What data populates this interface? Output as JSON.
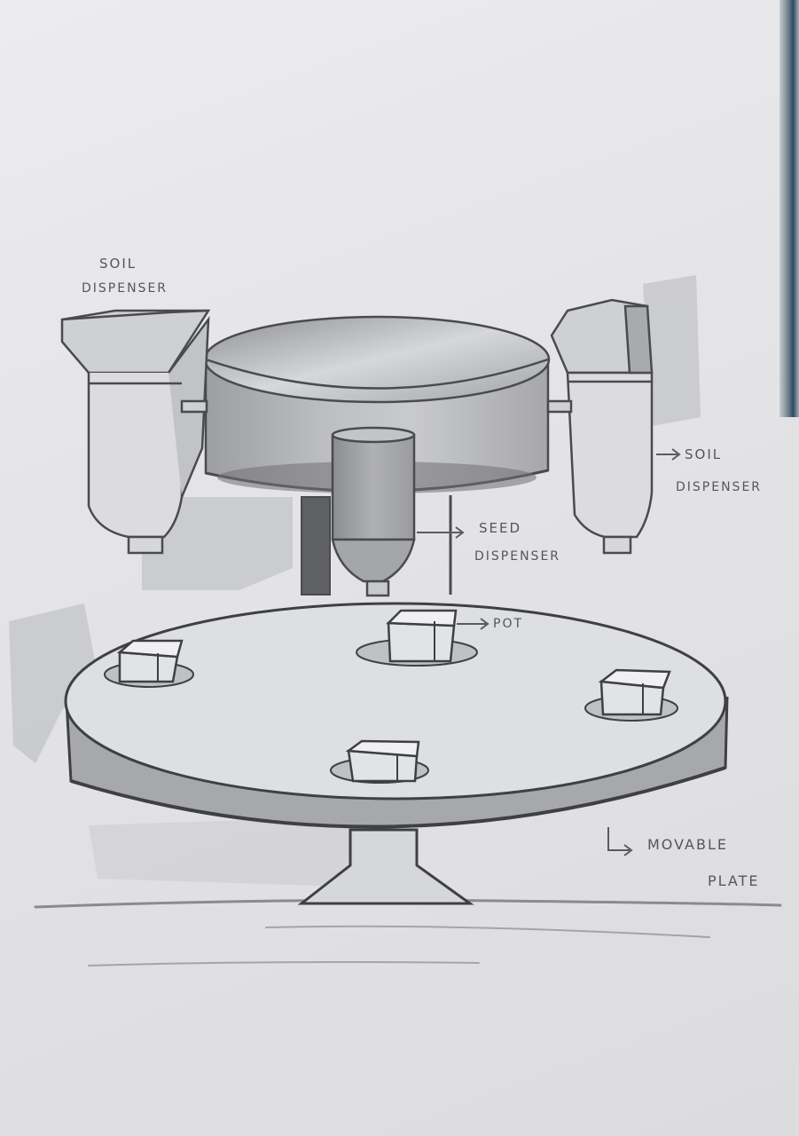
{
  "labels": {
    "soil_dispenser_left": [
      "Soil",
      "Dispenser"
    ],
    "soil_dispenser_right": [
      "Soil",
      "Dispenser"
    ],
    "seed_dispenser": [
      "Seed",
      "Dispenser"
    ],
    "pot": "Pot",
    "movable_plate": [
      "Movable",
      "Plate"
    ]
  },
  "colors": {
    "paper": "#e6e6e8",
    "graphite_dark": "#4a4b4e",
    "graphite_mid": "#7b7c80",
    "graphite_light": "#b4b5b8"
  }
}
